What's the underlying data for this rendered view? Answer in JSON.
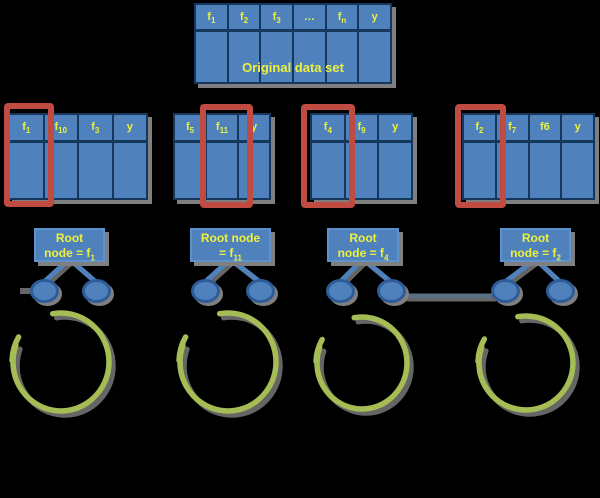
{
  "colors": {
    "background": "#000000",
    "table_fill": "#4f81bd",
    "table_border": "#16375c",
    "text_yellow": "#edf13c",
    "highlight_red": "#bf4b42",
    "root_border": "#5e92cc",
    "ellipse_border": "#2e5c99",
    "connector_blue": "#4f81bd",
    "connector_gray": "#5b6f83",
    "circle_green": "#a6bd56",
    "shadow_gray": "#7f7f7f"
  },
  "original_table": {
    "label": "Original data set",
    "columns": [
      {
        "base": "f",
        "sub": "1"
      },
      {
        "base": "f",
        "sub": "2"
      },
      {
        "base": "f",
        "sub": "3"
      },
      {
        "base": "…",
        "sub": ""
      },
      {
        "base": "f",
        "sub": "n"
      },
      {
        "base": "y",
        "sub": ""
      }
    ]
  },
  "trees": [
    {
      "table": {
        "columns": [
          {
            "base": "f",
            "sub": "1"
          },
          {
            "base": "f",
            "sub": "10"
          },
          {
            "base": "f",
            "sub": "3"
          },
          {
            "base": "y",
            "sub": ""
          }
        ]
      },
      "highlighted_feature": "f1",
      "root": {
        "line1": "Root",
        "line2_prefix": "node = f",
        "line2_sub": "1"
      }
    },
    {
      "table": {
        "columns": [
          {
            "base": "f",
            "sub": "5"
          },
          {
            "base": "f",
            "sub": "11"
          },
          {
            "base": "y",
            "sub": ""
          }
        ]
      },
      "highlighted_feature": "f11",
      "root": {
        "line1": "Root node",
        "line2_prefix": "= f",
        "line2_sub": "11"
      }
    },
    {
      "table": {
        "columns": [
          {
            "base": "f",
            "sub": "4"
          },
          {
            "base": "f",
            "sub": "9"
          },
          {
            "base": "y",
            "sub": ""
          }
        ]
      },
      "highlighted_feature": "f4",
      "root": {
        "line1": "Root",
        "line2_prefix": "node = f",
        "line2_sub": "4"
      }
    },
    {
      "table": {
        "columns": [
          {
            "base": "f",
            "sub": "2"
          },
          {
            "base": "f",
            "sub": "7"
          },
          {
            "base": "f6",
            "sub": ""
          },
          {
            "base": "y",
            "sub": ""
          }
        ]
      },
      "highlighted_feature": "f2",
      "root": {
        "line1": "Root",
        "line2_prefix": "node = f",
        "line2_sub": "2"
      }
    }
  ]
}
